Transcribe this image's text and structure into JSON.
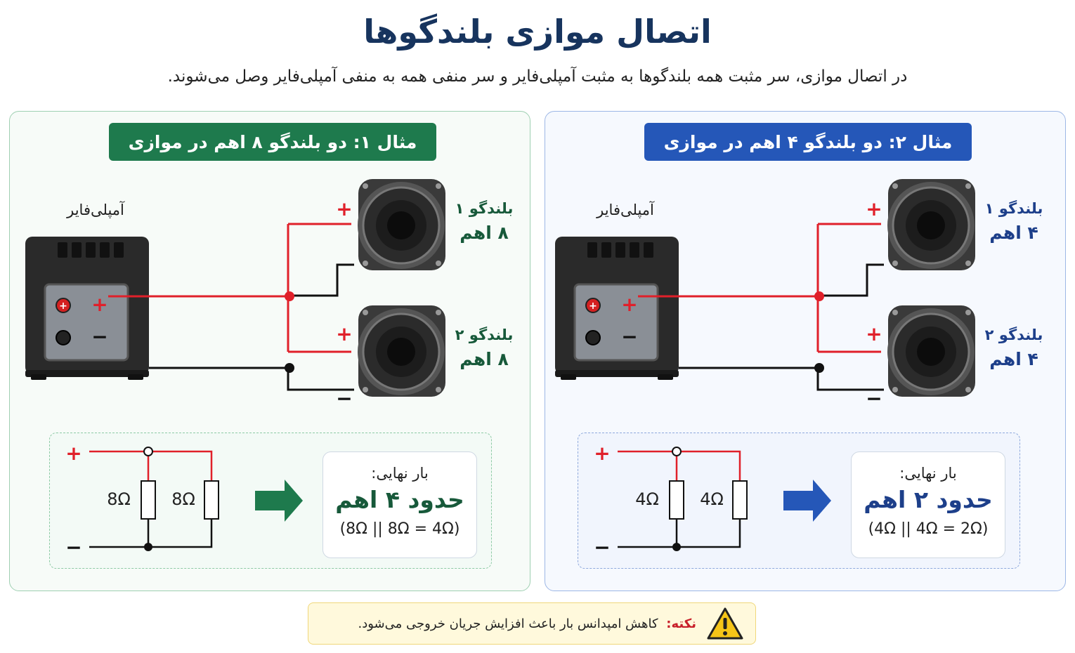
{
  "header": {
    "title": "اتصال موازی بلندگوها",
    "subtitle": "در اتصال موازی، سر مثبت همه بلندگوها به مثبت آمپلی‌فایر و سر منفی همه به منفی آمپلی‌فایر وصل می‌شوند."
  },
  "examples": [
    {
      "banner": "مثال ۱: دو بلندگو ۸ اهم در موازی",
      "amp_label": "آمپلی‌فایر",
      "speakers": [
        {
          "name": "بلندگو ۱",
          "ohm": "۸ اهم"
        },
        {
          "name": "بلندگو ۲",
          "ohm": "۸ اهم"
        }
      ],
      "resistors": [
        "8Ω",
        "8Ω"
      ],
      "result_label": "بار نهایی:",
      "result_value": "حدود ۴ اهم",
      "result_formula": "(8Ω || 8Ω = 4Ω)",
      "accent": "#1e7a4d"
    },
    {
      "banner": "مثال ۲: دو بلندگو ۴ اهم در موازی",
      "amp_label": "آمپلی‌فایر",
      "speakers": [
        {
          "name": "بلندگو ۱",
          "ohm": "۴ اهم"
        },
        {
          "name": "بلندگو ۲",
          "ohm": "۴ اهم"
        }
      ],
      "resistors": [
        "4Ω",
        "4Ω"
      ],
      "result_label": "بار نهایی:",
      "result_value": "حدود ۲ اهم",
      "result_formula": "(4Ω || 4Ω = 2Ω)",
      "accent": "#2557b8"
    }
  ],
  "symbols": {
    "plus": "+",
    "minus": "−"
  },
  "note": {
    "prefix": "نکته:",
    "text": "کاهش امپدانس بار باعث افزایش جریان خروجی می‌شود.",
    "icon": "warning-icon"
  },
  "colors": {
    "wire_positive": "#e0202a",
    "wire_negative": "#111111",
    "title": "#17345e"
  }
}
